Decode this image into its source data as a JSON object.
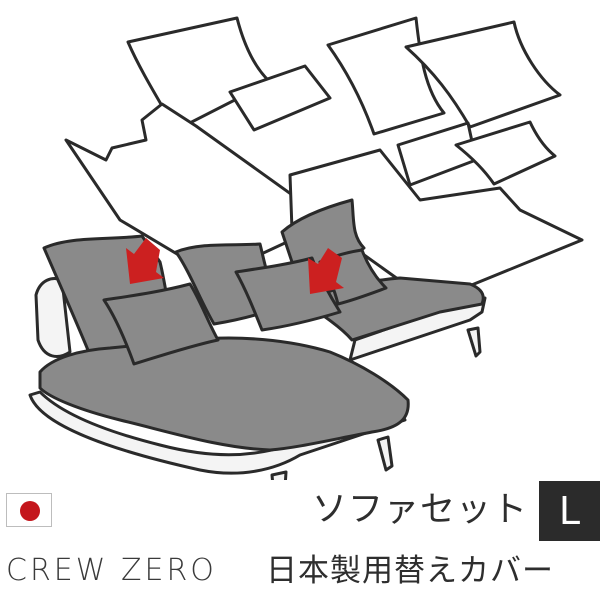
{
  "flag": {
    "country": "Japan",
    "disc_color": "#c4161c"
  },
  "set_label": "ソファセット",
  "size_badge": "L",
  "brand": "CREW ZERO",
  "product_text": "日本製用替えカバー",
  "colors": {
    "cover_fabric": "#8a8a8a",
    "outline": "#2a2a2a",
    "arrow": "#cc2020",
    "frame": "#f2f2f2",
    "badge_bg": "#2b2b2b"
  }
}
